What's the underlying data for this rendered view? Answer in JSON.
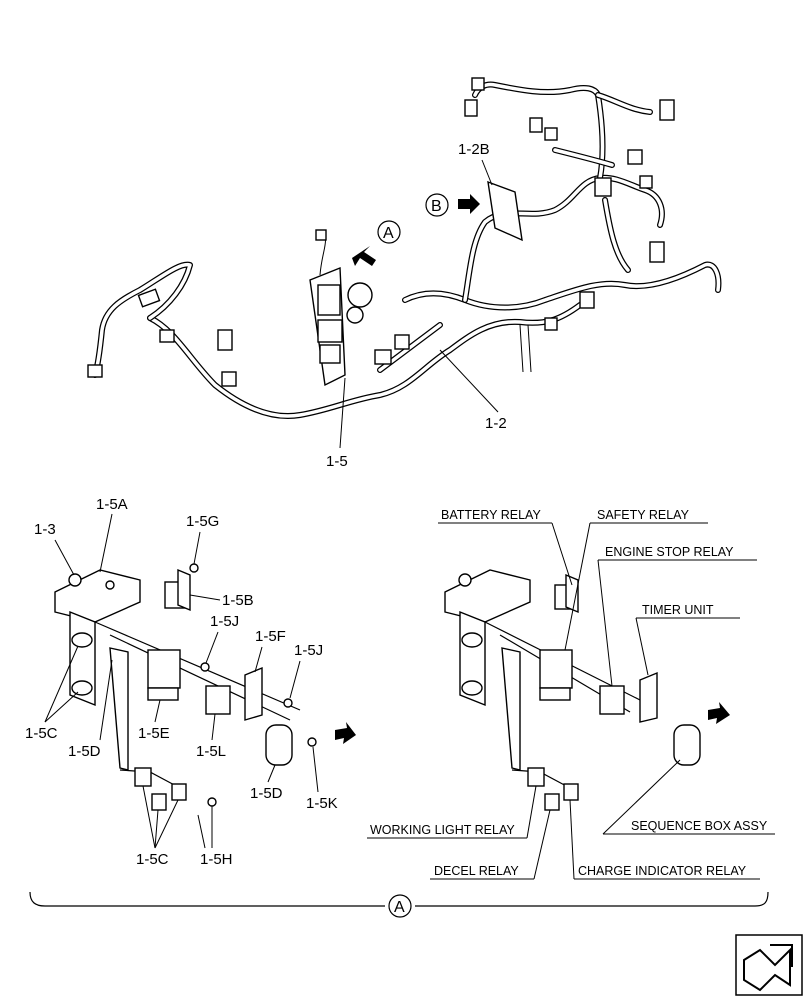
{
  "callouts": {
    "top": {
      "harness": "1-2",
      "bracket_top": "1-2B",
      "box": "1-5",
      "view_a": "A",
      "view_b": "B"
    },
    "exploded": {
      "bracket": "1-5A",
      "clamp": "1-3",
      "screw_g": "1-5G",
      "relay_b": "1-5B",
      "nut_j_upper": "1-5J",
      "bracket_f": "1-5F",
      "nut_j_right": "1-5J",
      "clamp_c_left": "1-5C",
      "bracket_d_lower": "1-5D",
      "relay_e": "1-5E",
      "relay_l": "1-5L",
      "unit_d": "1-5D",
      "screw_k": "1-5K",
      "relays_c_bottom": "1-5C",
      "screw_h": "1-5H"
    },
    "named": {
      "battery_relay": "BATTERY RELAY",
      "safety_relay": "SAFETY RELAY",
      "engine_stop_relay": "ENGINE STOP RELAY",
      "timer_unit": "TIMER UNIT",
      "working_light_relay": "WORKING LIGHT RELAY",
      "sequence_box_assy": "SEQUENCE BOX ASSY",
      "decel_relay": "DECEL RELAY",
      "charge_indicator_relay": "CHARGE INDICATOR RELAY"
    },
    "view_marker": "A"
  },
  "nav_icon": "forward-arrow-icon"
}
